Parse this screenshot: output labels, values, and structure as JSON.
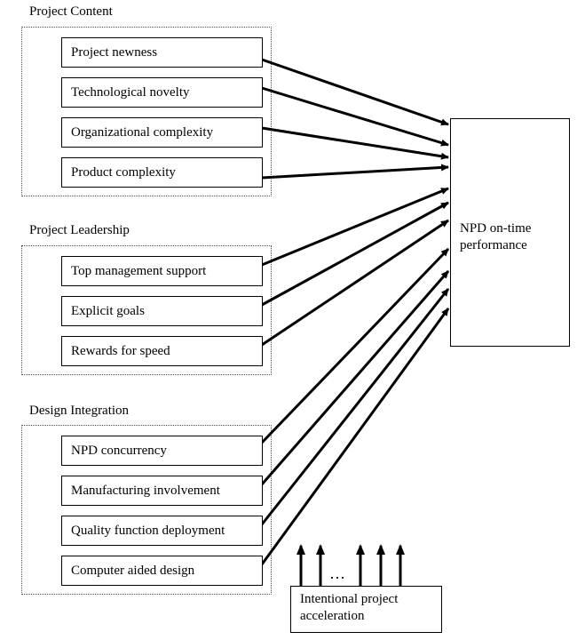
{
  "groups": [
    {
      "title": "Project Content",
      "factors": [
        "Project newness",
        "Technological novelty",
        "Organizational complexity",
        "Product complexity"
      ]
    },
    {
      "title": "Project Leadership",
      "factors": [
        "Top management support",
        "Explicit goals",
        "Rewards for speed"
      ]
    },
    {
      "title": "Design Integration",
      "factors": [
        "NPD concurrency",
        "Manufacturing involvement",
        "Quality function deployment",
        "Computer aided design"
      ]
    }
  ],
  "outcome": {
    "line1": "NPD on-time",
    "line2": "performance"
  },
  "acceleration": {
    "line1": "Intentional project",
    "line2": "acceleration",
    "ellipsis": "…"
  }
}
